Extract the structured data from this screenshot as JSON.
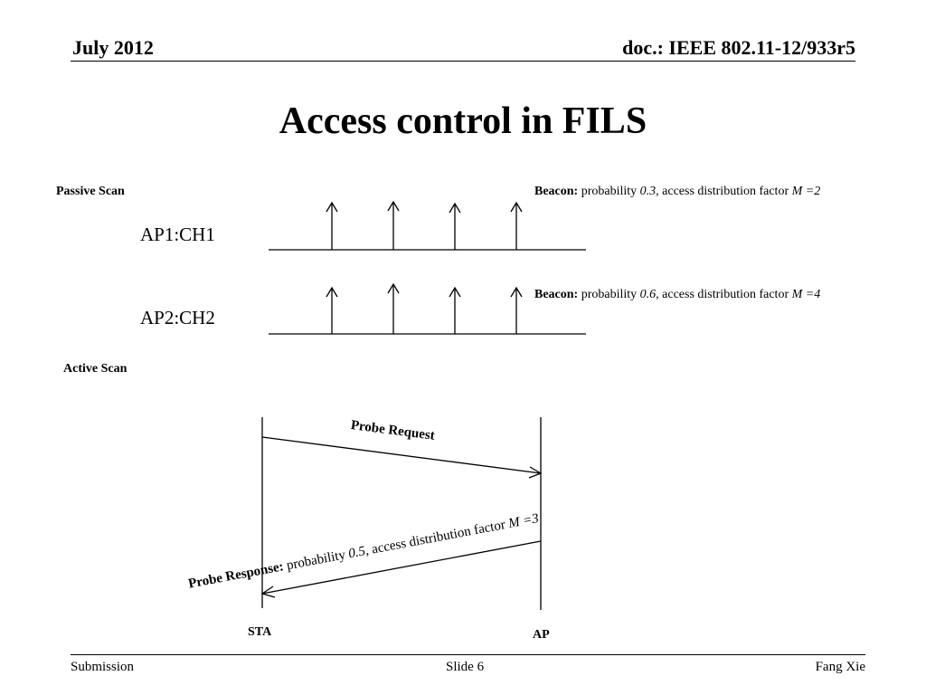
{
  "header": {
    "date": "July 2012",
    "doc": "doc.: IEEE 802.11-12/933r5"
  },
  "title": "Access control in FILS",
  "passive_scan": {
    "heading": "Passive Scan",
    "ap1": {
      "label": "AP1:CH1",
      "beacon_label": "Beacon:",
      "text1": " probability ",
      "prob": "0.3",
      "text2": ", access distribution factor ",
      "m_label": "M =2"
    },
    "ap2": {
      "label": "AP2:CH2",
      "beacon_label": "Beacon:",
      "text1": " probability ",
      "prob": "0.6",
      "text2": ", access distribution factor ",
      "m_label": "M =4"
    }
  },
  "active_scan": {
    "heading": "Active Scan",
    "probe_request": "Probe Request",
    "probe_response_label": "Probe Response:",
    "probe_response_text1": " probability ",
    "probe_response_prob": "0.5",
    "probe_response_text2": ", access distribution factor ",
    "probe_response_m": "M =3",
    "sta_label": "STA",
    "ap_label": "AP"
  },
  "footer": {
    "left": "Submission",
    "center": "Slide 6",
    "right": "Fang Xie"
  }
}
